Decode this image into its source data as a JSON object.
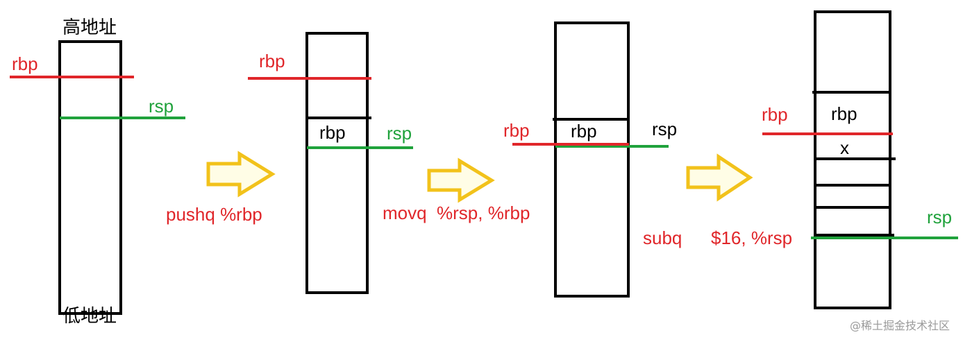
{
  "colors": {
    "red": "#e0262a",
    "green": "#20a23c",
    "arrow_fill": "#fffde6",
    "arrow_stroke": "#f2c21b",
    "box": "#000000"
  },
  "panel1": {
    "top_label": "高地址",
    "bottom_label": "低地址",
    "rbp_label": "rbp",
    "rsp_label": "rsp"
  },
  "step1": {
    "instruction": "pushq %rbp"
  },
  "panel2": {
    "rbp_label": "rbp",
    "cell_label": "rbp",
    "rsp_label": "rsp"
  },
  "step2": {
    "instruction": "movq  %rsp, %rbp"
  },
  "panel3": {
    "rbp_label": "rbp",
    "cell_label": "rbp",
    "rsp_label": "rsp"
  },
  "step3": {
    "instruction_op": "subq",
    "instruction_args": "$16, %rsp"
  },
  "panel4": {
    "rbp_label": "rbp",
    "cell_label": "rbp",
    "var_label": "x",
    "rsp_label": "rsp"
  },
  "watermark": "@稀土掘金技术社区"
}
